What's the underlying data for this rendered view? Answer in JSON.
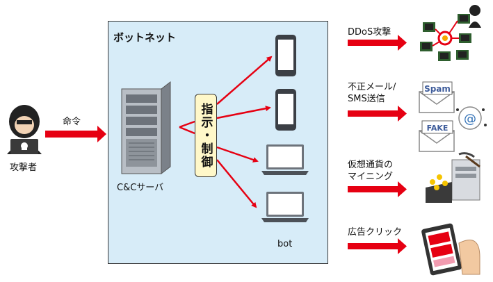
{
  "attacker_label": "攻撃者",
  "command_label": "命令",
  "botnet_title": "ボットネット",
  "server_label": "C&Cサーバ",
  "instruction_label": "指示・制御",
  "bot_label": "bot",
  "attacks": [
    {
      "label": "DDoS攻撃"
    },
    {
      "label": "不正メール/\nSMS送信"
    },
    {
      "label": "仮想通貨の\nマイニング"
    },
    {
      "label": "広告クリック"
    }
  ],
  "spam_text": "Spam",
  "fake_text": "FAKE",
  "at_text": "@",
  "colors": {
    "arrow": "#e60012",
    "box": "#d7ecf8",
    "note": "#fff8c9"
  }
}
